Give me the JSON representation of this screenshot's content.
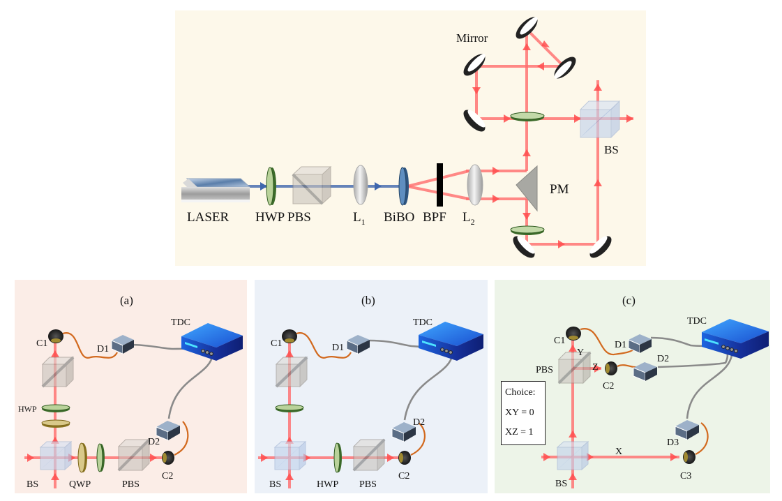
{
  "figure": {
    "top_panel": {
      "background": "#fdf8ea",
      "labels": {
        "laser": "LASER",
        "hwp": "HWP",
        "pbs": "PBS",
        "l1": "L",
        "l1_sub": "1",
        "bibo": "BiBO",
        "bpf": "BPF",
        "l2": "L",
        "l2_sub": "2",
        "pm": "PM",
        "mirror": "Mirror",
        "bs": "BS"
      }
    },
    "panel_a": {
      "background": "#fbede7",
      "title": "(a)",
      "labels": {
        "tdc": "TDC",
        "c1": "C1",
        "d1": "D1",
        "d2": "D2",
        "c2": "C2",
        "hwp": "HWP",
        "bs": "BS",
        "qwp": "QWP",
        "pbs": "PBS"
      }
    },
    "panel_b": {
      "background": "#ecf1f8",
      "title": "(b)",
      "labels": {
        "tdc": "TDC",
        "c1": "C1",
        "d1": "D1",
        "d2": "D2",
        "c2": "C2",
        "bs": "BS",
        "hwp": "HWP",
        "pbs": "PBS"
      }
    },
    "panel_c": {
      "background": "#edf4e8",
      "title": "(c)",
      "labels": {
        "tdc": "TDC",
        "c1": "C1",
        "d1": "D1",
        "d2": "D2",
        "c2": "C2",
        "d3": "D3",
        "c3": "C3",
        "pbs": "PBS",
        "bs": "BS",
        "y": "Y",
        "z": "Z",
        "x": "X"
      },
      "choice_box": {
        "title": "Choice:",
        "line1": "XY = 0",
        "line2": "XZ = 1"
      }
    },
    "colors": {
      "beam": "#ff6b6b",
      "pump": "#4a6fb0",
      "tdc_blue": "#1e6ad8",
      "fiber_orange": "#d2691e",
      "fiber_gray": "#8a8a8a"
    }
  }
}
